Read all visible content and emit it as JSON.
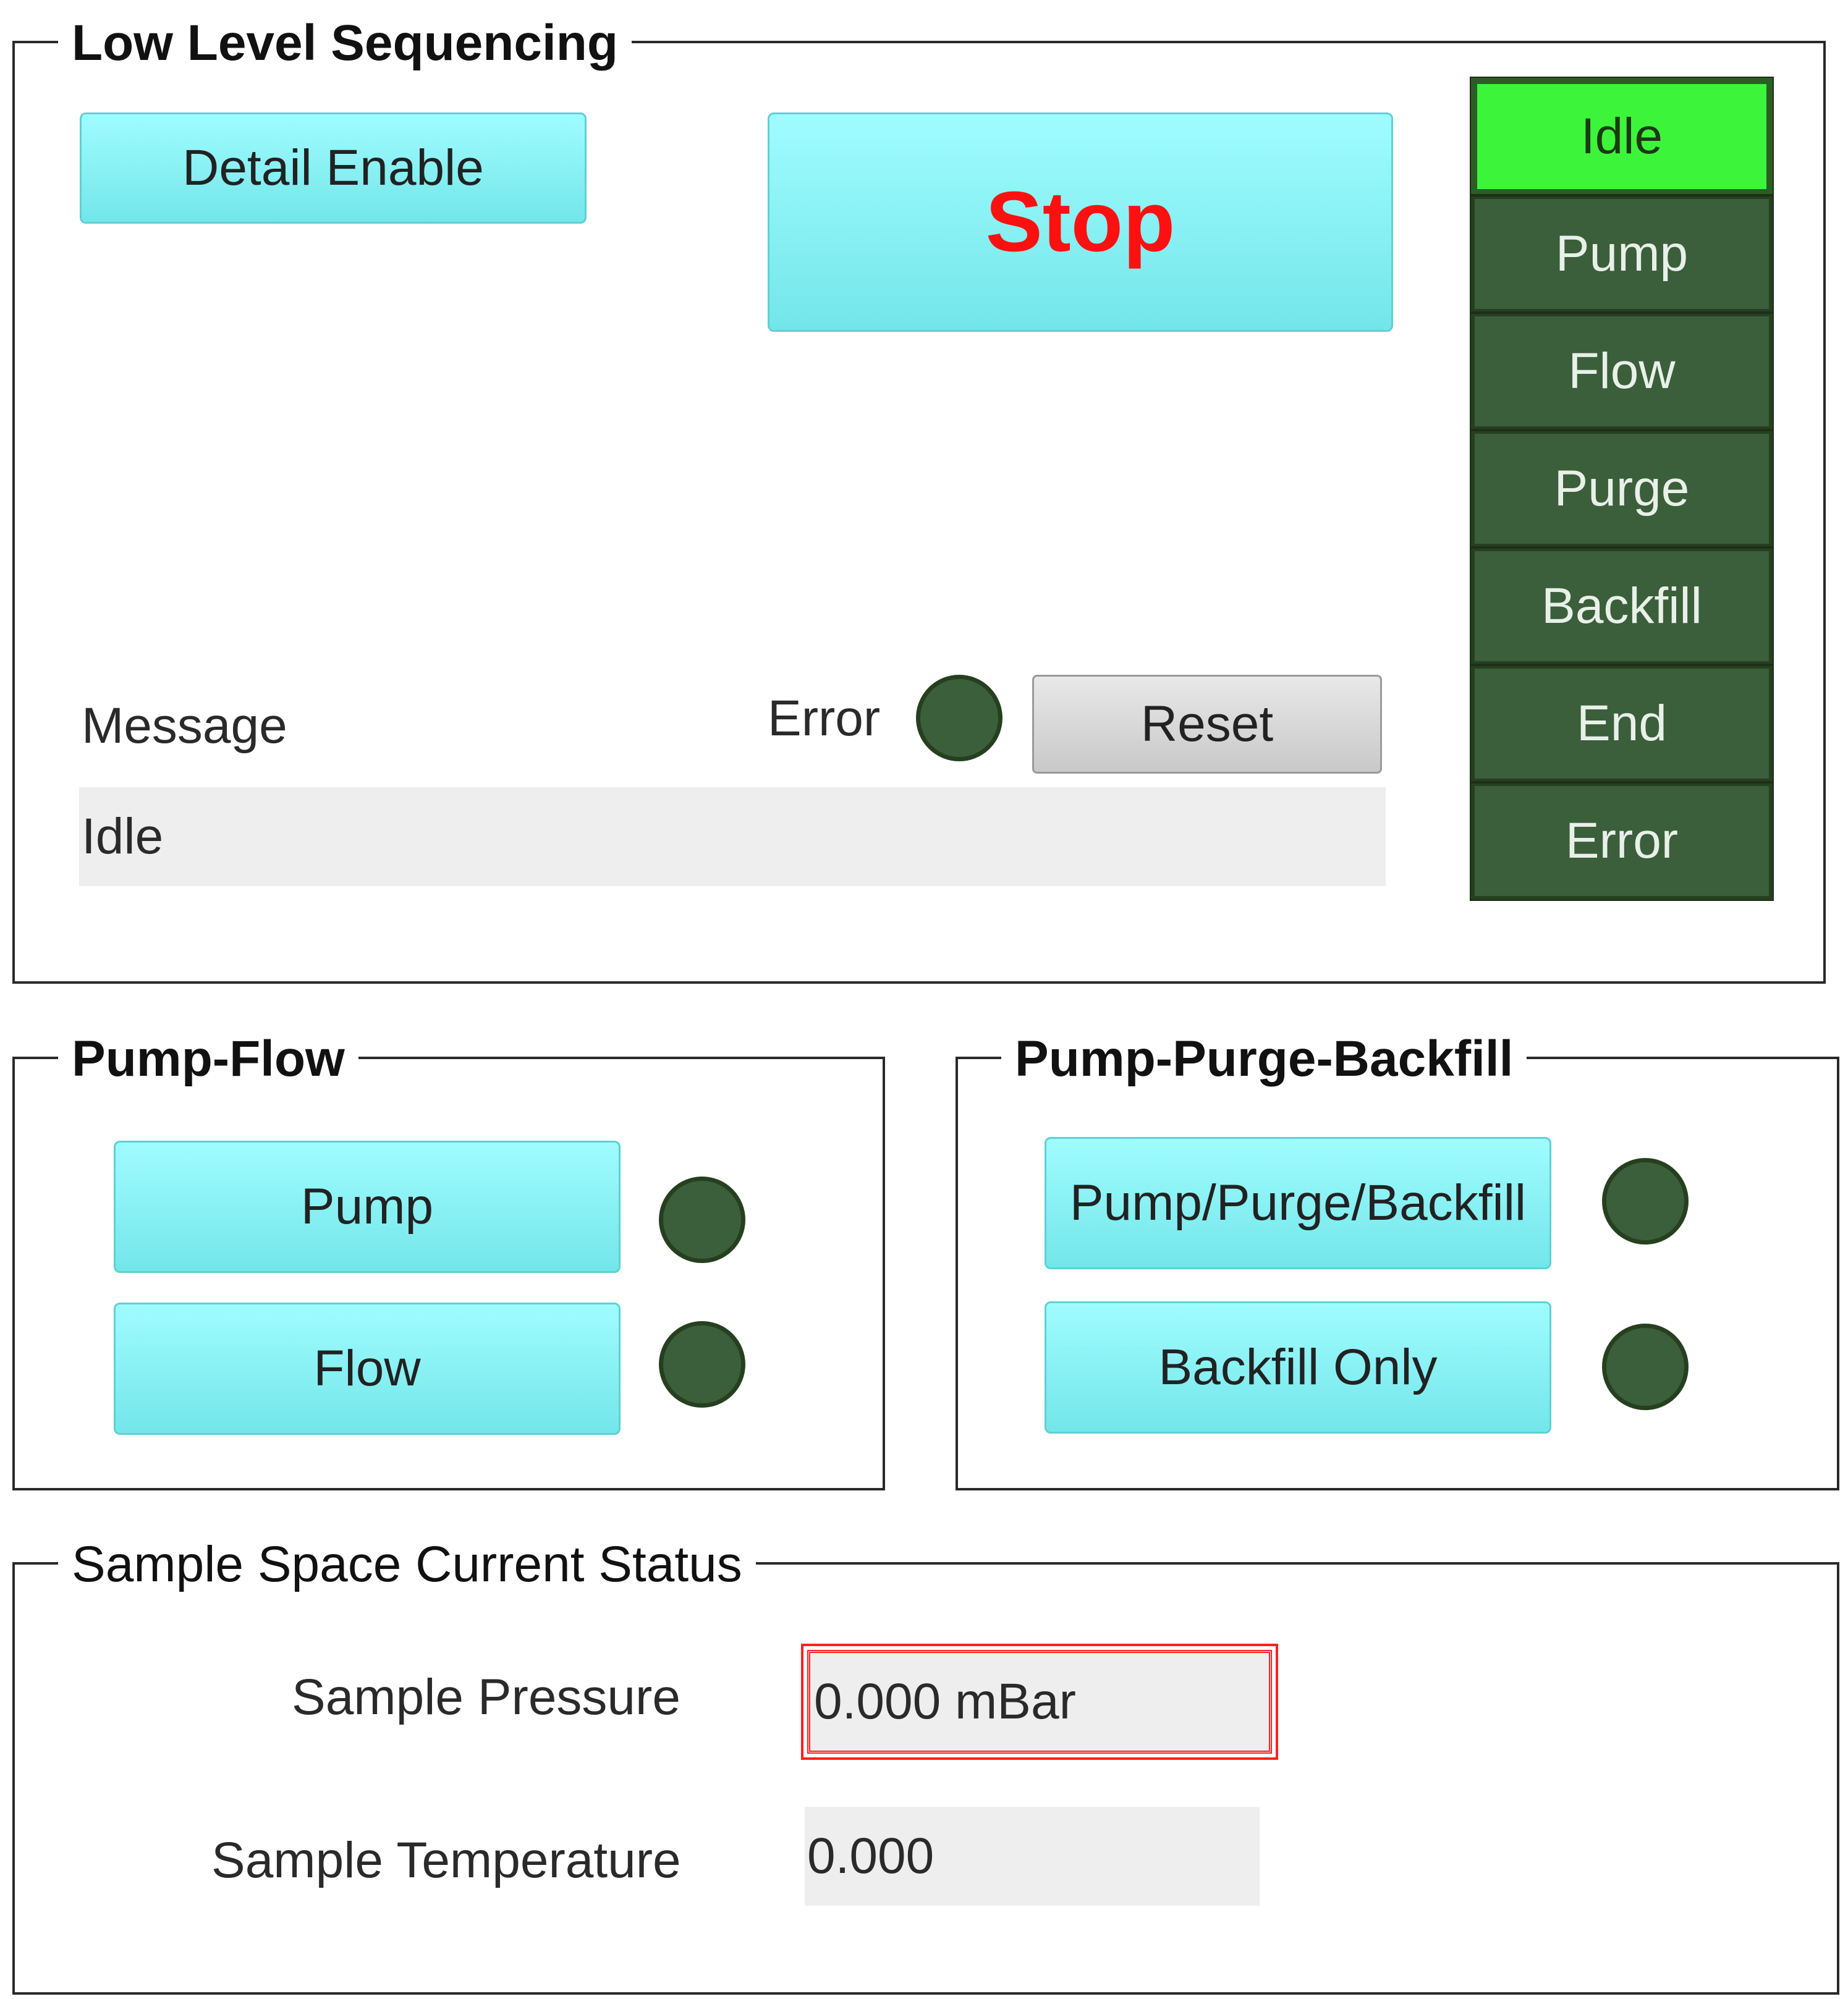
{
  "low_level": {
    "title": "Low Level Sequencing",
    "detail_enable_label": "Detail Enable",
    "stop_label": "Stop",
    "message_label": "Message",
    "message_value": "Idle",
    "error_label": "Error",
    "reset_label": "Reset",
    "states": [
      "Idle",
      "Pump",
      "Flow",
      "Purge",
      "Backfill",
      "End",
      "Error"
    ],
    "active_state": "Idle"
  },
  "pump_flow": {
    "title": "Pump-Flow",
    "pump_label": "Pump",
    "flow_label": "Flow"
  },
  "pump_purge_backfill": {
    "title": "Pump-Purge-Backfill",
    "ppb_label": "Pump/Purge/Backfill",
    "backfill_only_label": "Backfill Only"
  },
  "sample_status": {
    "title": "Sample Space Current Status",
    "pressure_label": "Sample Pressure",
    "pressure_value": "0.000 mBar",
    "temperature_label": "Sample Temperature",
    "temperature_value": "0.000"
  },
  "colors": {
    "button_cyan": "#8ff6f8",
    "stop_text": "#ff1010",
    "led_off": "#3b5e3b",
    "state_active": "#3cf53a",
    "alarm_border": "#ff2020"
  }
}
